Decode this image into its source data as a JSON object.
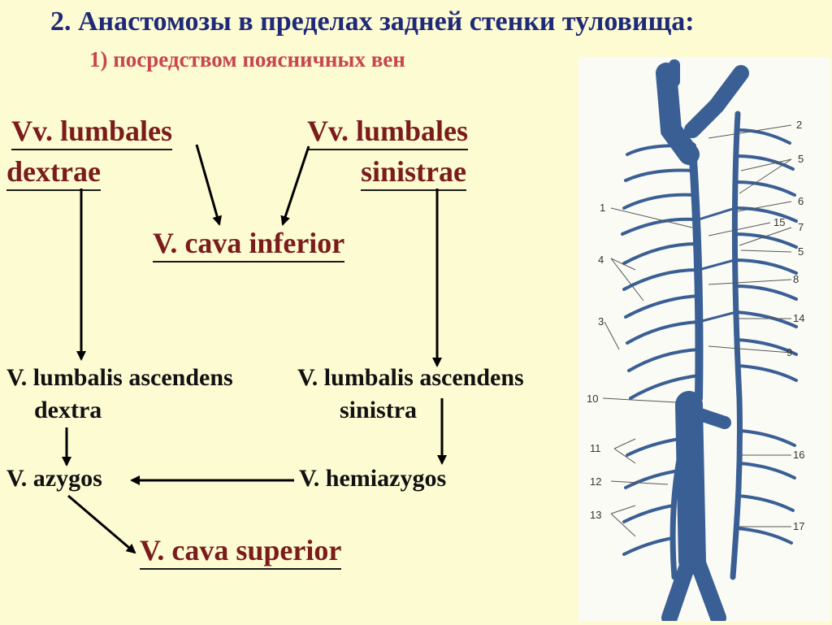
{
  "title": "2. Анастомозы в пределах задней стенки туловища:",
  "subtitle": "1)  посредством поясничных вен",
  "nodes": {
    "lumbales_dextrae_line1": "Vv. lumbales",
    "lumbales_dextrae_line2": "dextrae",
    "lumbales_sinistrae_line1": "Vv. lumbales",
    "lumbales_sinistrae_line2": "sinistrae",
    "cava_inferior": "V. cava inferior",
    "lumbalis_ascendens_dextra_line1": "V. lumbalis ascendens",
    "lumbalis_ascendens_dextra_line2": "dextra",
    "lumbalis_ascendens_sinistra_line1": "V. lumbalis ascendens",
    "lumbalis_ascendens_sinistra_line2": "sinistra",
    "azygos": "V. azygos",
    "hemiazygos": "V. hemiazygos",
    "cava_superior": "V. cava superior"
  },
  "illustration": {
    "description_icon": "vein-anatomy-illustration",
    "labels_left": [
      "1",
      "4",
      "3",
      "10",
      "11",
      "12",
      "13"
    ],
    "labels_right": [
      "2",
      "5",
      "6",
      "15",
      "7",
      "5",
      "8",
      "14",
      "9",
      "16",
      "17"
    ]
  },
  "colors": {
    "title": "#1e2a78",
    "subtitle": "#c8464e",
    "term": "#7a1c1c",
    "vein": "#3a5f94",
    "background": "#fdfbd2"
  }
}
